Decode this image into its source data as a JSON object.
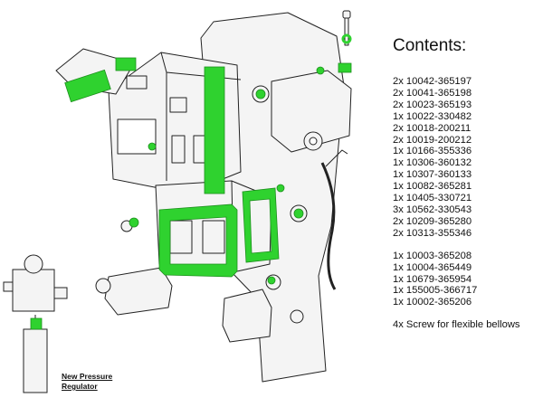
{
  "contents": {
    "title": "Contents:",
    "group1": [
      "2x 10042-365197",
      "2x 10041-365198",
      "2x 10023-365193",
      "1x 10022-330482",
      "2x 10018-200211",
      "2x 10019-200212",
      "1x 10166-355336",
      "1x 10306-360132",
      "1x 10307-360133",
      "1x 10082-365281",
      "1x 10405-330721",
      "3x 10562-330543",
      "2x 10209-365280",
      "2x 10313-355346"
    ],
    "group2": [
      "1x 10003-365208",
      "1x 10004-365449",
      "1x 10679-365954",
      "1x 155005-366717",
      "1x 10002-365206"
    ],
    "note": "4x Screw for flexible bellows"
  },
  "regulator_label": {
    "line1": "New Pressure",
    "line2": "Regulator"
  },
  "colors": {
    "highlight": "#2fd22f",
    "outline": "#222222",
    "part_fill": "#f4f4f4"
  }
}
